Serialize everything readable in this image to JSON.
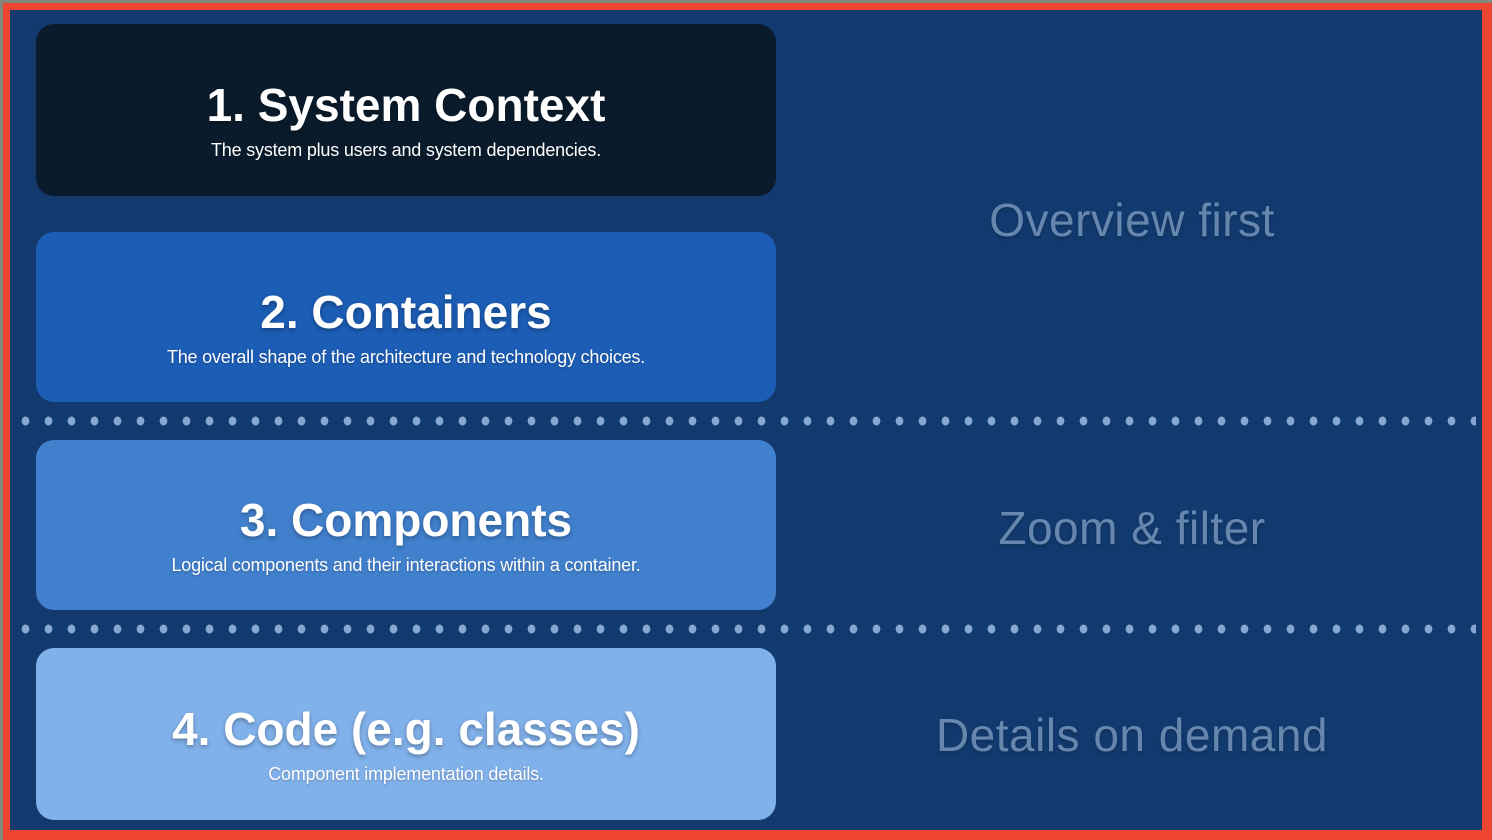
{
  "diagram": {
    "levels": [
      {
        "title": "1. System Context",
        "subtitle": "The system plus users and system dependencies.",
        "color": "#0a1c2c"
      },
      {
        "title": "2. Containers",
        "subtitle": "The overall shape of the architecture and technology choices.",
        "color": "#1c5db5"
      },
      {
        "title": "3. Components",
        "subtitle": "Logical components and their interactions within a container.",
        "color": "#4180cd"
      },
      {
        "title": "4. Code (e.g. classes)",
        "subtitle": "Component implementation details.",
        "color": "#81b1ea"
      }
    ],
    "zone_labels": [
      {
        "text": "Overview first"
      },
      {
        "text": "Zoom & filter"
      },
      {
        "text": "Details on demand"
      }
    ],
    "colors": {
      "background": "#123a6e",
      "frame_border": "#ee4531",
      "box_text": "#ffffff",
      "separator_dot": "#85a7d2",
      "zone_label": "#9db9dd"
    }
  }
}
